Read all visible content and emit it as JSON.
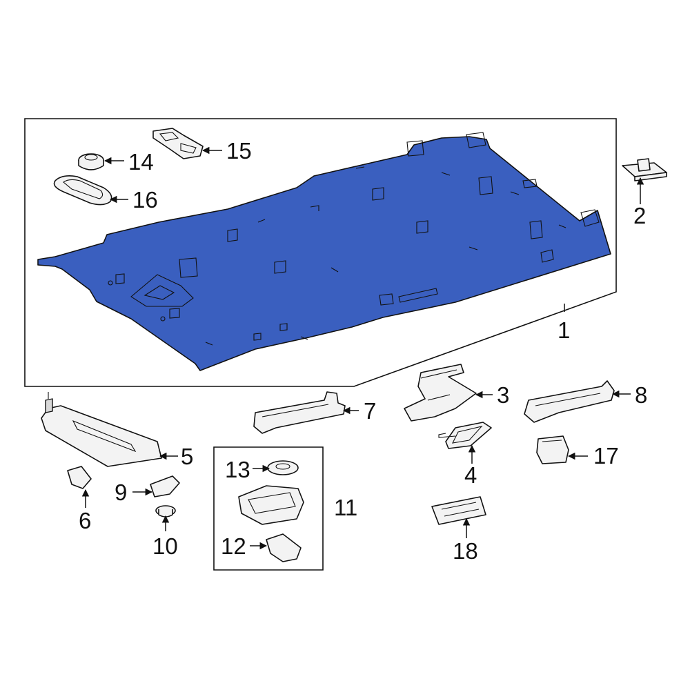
{
  "highlight_color": "#3a5fbf",
  "callouts": {
    "c1": "1",
    "c2": "2",
    "c3": "3",
    "c4": "4",
    "c5": "5",
    "c6": "6",
    "c7": "7",
    "c8": "8",
    "c9": "9",
    "c10": "10",
    "c11": "11",
    "c12": "12",
    "c13": "13",
    "c14": "14",
    "c15": "15",
    "c16": "16",
    "c17": "17",
    "c18": "18"
  }
}
